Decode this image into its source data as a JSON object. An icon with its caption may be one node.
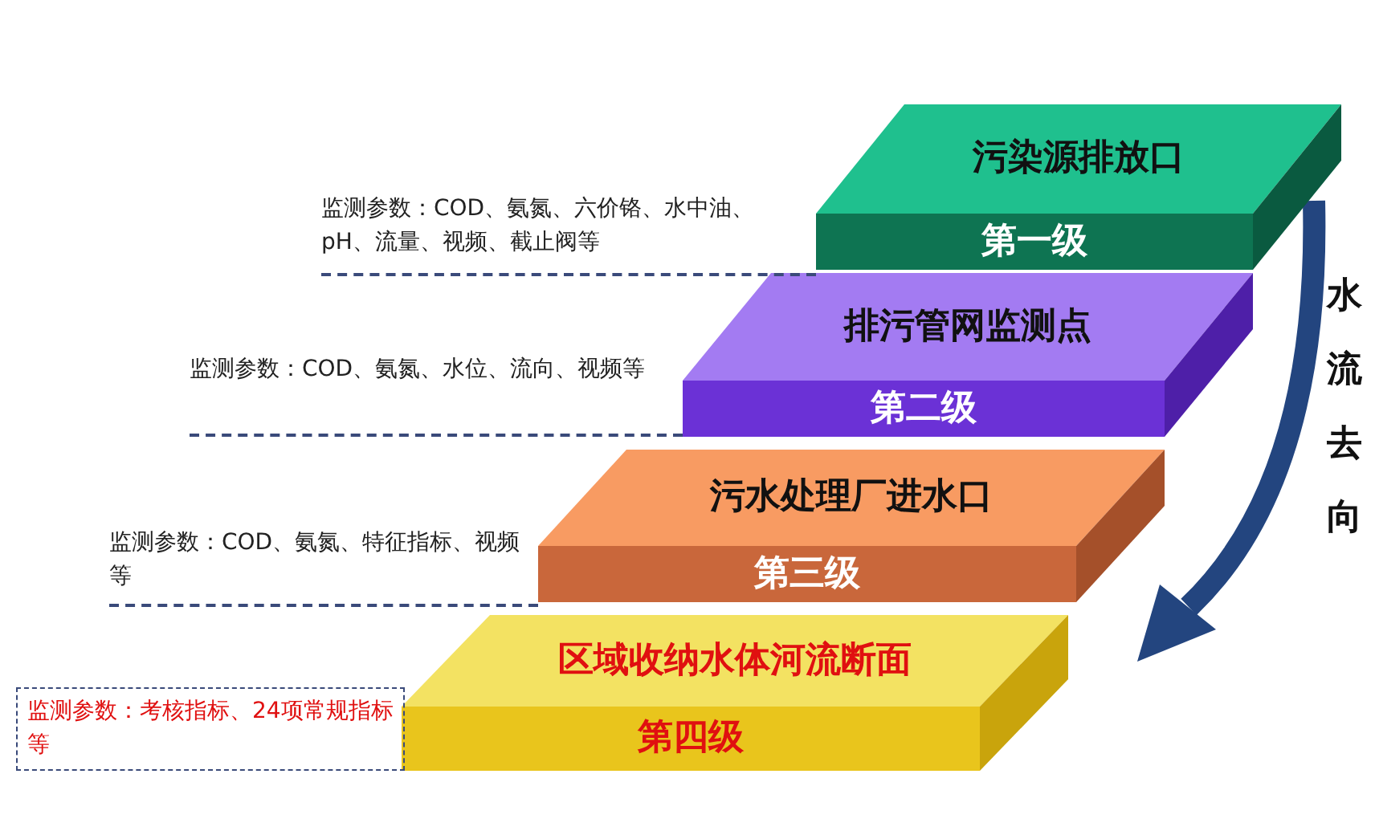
{
  "diagram": {
    "nodes": [
      {
        "text": [
          "污染源排放口",
          "第一级"
        ]
      },
      {
        "text": [
          "排污管网监测点",
          "第二级"
        ],
        "beside": [
          "监测参数：COD、氨氮、水位、流向、视频等"
        ]
      },
      {
        "text": [
          "污水处理厂进水口",
          "第三级"
        ],
        "beside": [
          "监测参数：COD、氨氮、特征指标、视频等"
        ]
      },
      {
        "text": [
          "区域收纳水体河流断面",
          "第四级"
        ],
        "beside": [
          "监测参数：考核指标、24项常规指标等"
        ]
      }
    ],
    "edges": [],
    "labels": [
      "监测参数：COD、氨氮、六价铬、水中油、pH、流量、视频、截止阀等",
      "水流去向"
    ]
  }
}
